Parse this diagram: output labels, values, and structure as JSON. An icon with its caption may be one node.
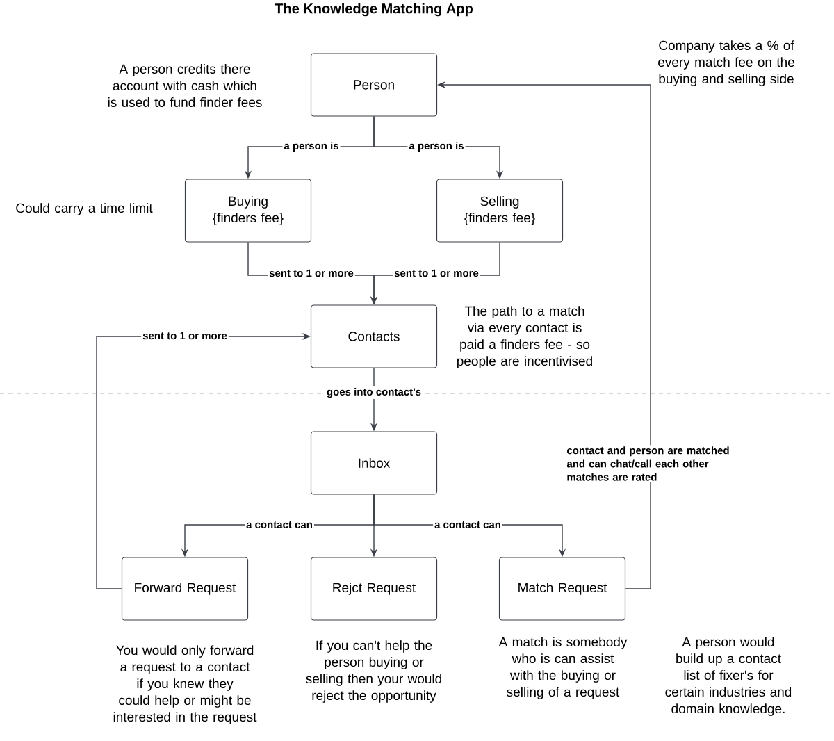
{
  "diagram": {
    "title": "The Knowledge Matching App",
    "nodes": [
      {
        "text": [
          "Person"
        ]
      },
      {
        "text": [
          "Buying {finders fee}"
        ]
      },
      {
        "text": [
          "Selling {finders fee}"
        ]
      },
      {
        "text": [
          "Contacts"
        ]
      },
      {
        "text": [
          "Inbox"
        ]
      },
      {
        "text": [
          "Forward Request"
        ],
        "beside": [
          "You would only forward a request to a contact if you knew they could help or might be interested in the request"
        ]
      },
      {
        "text": [
          "Rejct Request"
        ],
        "beside": [
          "If you can't help the person buying or selling then your would reject the opportunity"
        ]
      },
      {
        "text": [
          "Match Request"
        ],
        "beside": [
          "A match is somebody who is can assist with the buying or selling of a request"
        ]
      }
    ],
    "edges": [
      {
        "from": 0,
        "to": 1,
        "arrow": "to",
        "label": "a person is"
      },
      {
        "from": 0,
        "to": 2,
        "arrow": "to",
        "label": "a person is"
      },
      {
        "from": 1,
        "to": 3,
        "arrow": "to",
        "label": "sent to 1 or more"
      },
      {
        "from": 2,
        "to": 3,
        "arrow": "to",
        "label": "sent to 1 or more"
      },
      {
        "from": 5,
        "to": 3,
        "arrow": "to",
        "label": "sent to 1 or more"
      },
      {
        "from": 3,
        "to": 4,
        "arrow": "to",
        "label": "goes into contact's"
      },
      {
        "from": 4,
        "to": 5,
        "arrow": "to",
        "label": "a contact can"
      },
      {
        "from": 4,
        "to": 6,
        "arrow": "to"
      },
      {
        "from": 4,
        "to": 7,
        "arrow": "to",
        "label": "a contact can"
      },
      {
        "from": 7,
        "to": 0,
        "arrow": "to",
        "label": "contact and person are matched and can chat/call each other matches are rated"
      }
    ],
    "labels": [
      "A person credits there account with cash which is used to fund finder fees",
      "Company takes a % of every match fee on the buying and selling side",
      "Could carry a time limit",
      "The path to a match via every contact is paid a finders fee - so people are incentivised",
      "A person would build up a contact list of fixer's for certain industries and domain knowledge."
    ]
  }
}
